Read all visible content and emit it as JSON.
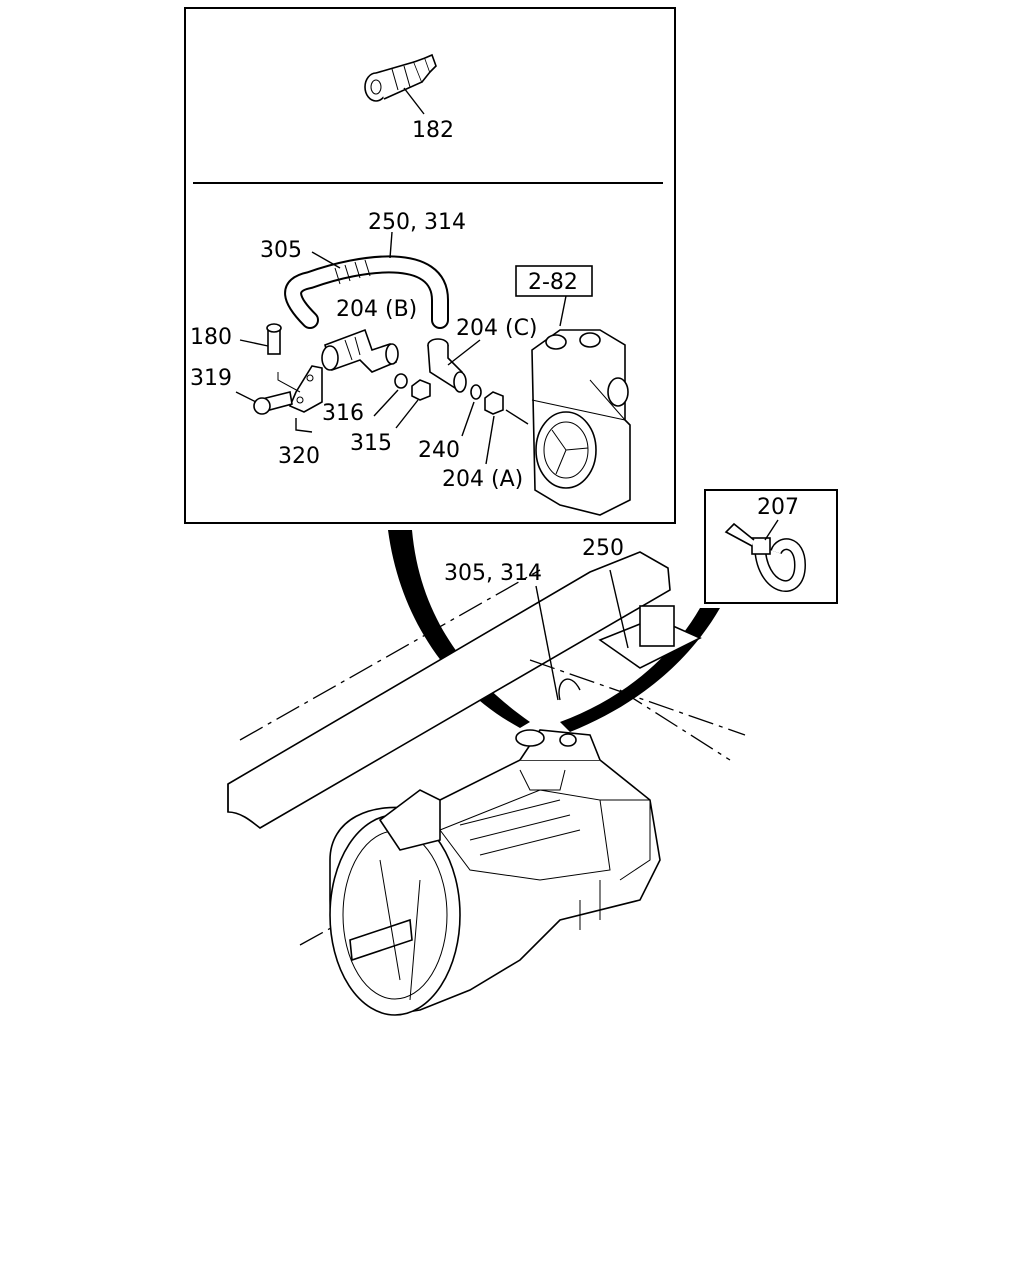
{
  "callouts": {
    "p182": "182",
    "p250_314": "250, 314",
    "p305": "305",
    "p204b": "204 (B)",
    "ref_2_82": "2-82",
    "p204c": "204 (C)",
    "p180": "180",
    "p319": "319",
    "p316": "316",
    "p315": "315",
    "p240": "240",
    "p320": "320",
    "p204a": "204 (A)",
    "p207": "207",
    "p250": "250",
    "p305_314": "305, 314"
  },
  "colors": {
    "ink": "#000000",
    "paper": "#ffffff"
  }
}
